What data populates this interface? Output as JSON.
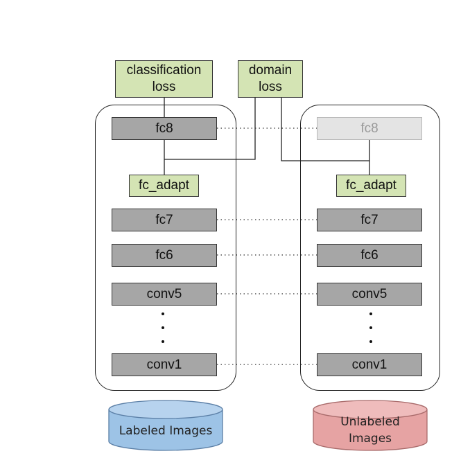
{
  "losses": {
    "classification": "classification\nloss",
    "domain": "domain\nloss"
  },
  "left_stack": {
    "fc8": "fc8",
    "fc_adapt": "fc_adapt",
    "fc7": "fc7",
    "fc6": "fc6",
    "conv5": "conv5",
    "conv1": "conv1"
  },
  "right_stack": {
    "fc8": "fc8",
    "fc_adapt": "fc_adapt",
    "fc7": "fc7",
    "fc6": "fc6",
    "conv5": "conv5",
    "conv1": "conv1"
  },
  "datasets": {
    "labeled": "Labeled Images",
    "unlabeled": "Unlabeled\nImages"
  },
  "colors": {
    "layer_fill": "#a6a6a6",
    "faded_layer_fill": "#e4e4e4",
    "loss_fill": "#d4e4b4",
    "labeled_db_fill": "#9dc3e6",
    "unlabeled_db_fill": "#e6a3a3"
  }
}
